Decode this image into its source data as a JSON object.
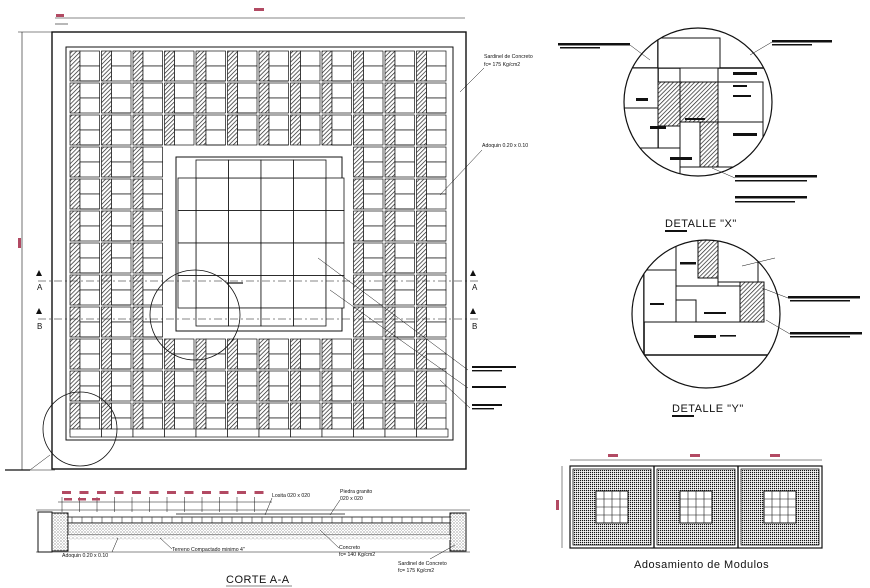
{
  "plan": {
    "label_sardinel": "Sardinel de Concreto",
    "label_sardinel_fc": "fc= 175 Kg/cm2",
    "label_adoquin": "Adoquin 0.20 x 0.10",
    "section_a": "A",
    "section_b": "B"
  },
  "details": {
    "detalle_x_title": "DETALLE \"X\"",
    "detalle_y_title": "DETALLE \"Y\""
  },
  "corte": {
    "title": "CORTE A-A",
    "losita": "Losita 020 x 020",
    "piedra": "Piedra granito",
    "piedra_size": "020 x 020",
    "adoquin": "Adoquin 0.20 x 0.10",
    "terreno": "Terreno Compactado minimo 4\"",
    "concreto": "Concreto",
    "concreto_fc": "fc= 140 Kg/cm2",
    "sardinel": "Sardinel de Concreto",
    "sardinel_fc": "fc= 175 Kg/cm2"
  },
  "modulos": {
    "title": "Adosamiento de Modulos"
  },
  "colors": {
    "line": "#111111",
    "dimension_tag": "#b24a63",
    "hatch": "#222222"
  }
}
